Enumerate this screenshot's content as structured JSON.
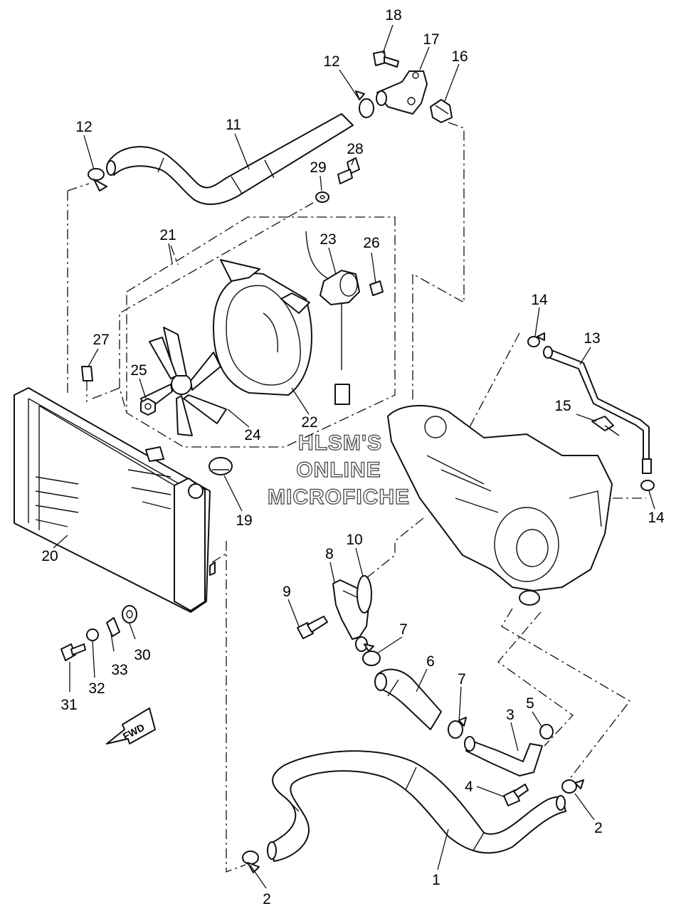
{
  "watermark": {
    "line1": "HLSM'S",
    "line2": "ONLINE",
    "line3": "MICROFICHE"
  },
  "fwd_label": "FWD",
  "callouts": [
    {
      "id": "c18",
      "label": "18"
    },
    {
      "id": "c17",
      "label": "17"
    },
    {
      "id": "c16",
      "label": "16"
    },
    {
      "id": "c12a",
      "label": "12"
    },
    {
      "id": "c12b",
      "label": "12"
    },
    {
      "id": "c11",
      "label": "11"
    },
    {
      "id": "c28",
      "label": "28"
    },
    {
      "id": "c29",
      "label": "29"
    },
    {
      "id": "c21",
      "label": "21"
    },
    {
      "id": "c23",
      "label": "23"
    },
    {
      "id": "c26",
      "label": "26"
    },
    {
      "id": "c14a",
      "label": "14"
    },
    {
      "id": "c13",
      "label": "13"
    },
    {
      "id": "c27",
      "label": "27"
    },
    {
      "id": "c25",
      "label": "25"
    },
    {
      "id": "c15",
      "label": "15"
    },
    {
      "id": "c22",
      "label": "22"
    },
    {
      "id": "c24",
      "label": "24"
    },
    {
      "id": "c19",
      "label": "19"
    },
    {
      "id": "c14b",
      "label": "14"
    },
    {
      "id": "c10",
      "label": "10"
    },
    {
      "id": "c8",
      "label": "8"
    },
    {
      "id": "c20",
      "label": "20"
    },
    {
      "id": "c9",
      "label": "9"
    },
    {
      "id": "c7a",
      "label": "7"
    },
    {
      "id": "c6",
      "label": "6"
    },
    {
      "id": "c30",
      "label": "30"
    },
    {
      "id": "c33",
      "label": "33"
    },
    {
      "id": "c7b",
      "label": "7"
    },
    {
      "id": "c5",
      "label": "5"
    },
    {
      "id": "c3",
      "label": "3"
    },
    {
      "id": "c32",
      "label": "32"
    },
    {
      "id": "c31",
      "label": "31"
    },
    {
      "id": "c4",
      "label": "4"
    },
    {
      "id": "c2a",
      "label": "2"
    },
    {
      "id": "c1",
      "label": "1"
    },
    {
      "id": "c2b",
      "label": "2"
    }
  ]
}
